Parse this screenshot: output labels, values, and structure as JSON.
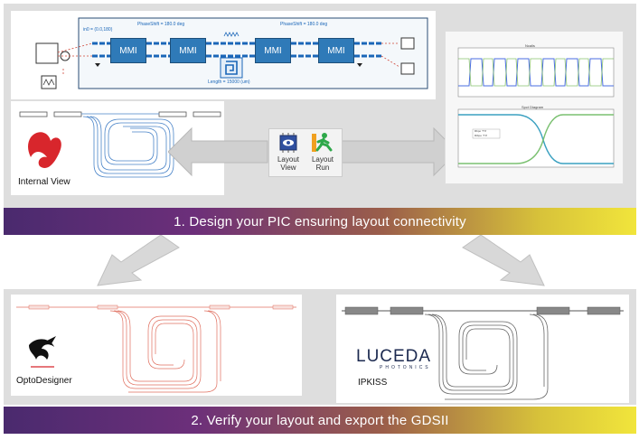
{
  "step1": {
    "banner": "1. Design your PIC ensuring layout connectivity",
    "circuit": {
      "phase_shift_left": "PhaseShift = 180.0 deg",
      "phase_shift_right": "PhaseShift = 180.0 deg",
      "length": "Length = 15000 (um)",
      "input_label": "in0 = (0.0,180)",
      "mmi_label": "MMI"
    },
    "internal_view_label": "Internal View",
    "tools": {
      "layout_view": "Layout\nView",
      "layout_run": "Layout\nRun"
    },
    "plots": {
      "top_title": "Ncalis",
      "bottom_title": "Spct Diagram",
      "legend": [
        "Rbpo 'T'0'",
        "Rtbpo 'T'0'"
      ]
    }
  },
  "step2": {
    "banner": "2. Verify your layout and export the GDSII",
    "opto_label": "OptoDesigner",
    "luceda_name": "LUCEDA",
    "luceda_sub": "PHOTONICS",
    "ipkiss_label": "IPKISS"
  },
  "colors": {
    "banner_start": "#4a2a6e",
    "banner_end": "#f1e53b",
    "mmi_blue": "#2f7ab8",
    "opto_red": "#e07060",
    "wave_blue": "#1a66b8"
  }
}
